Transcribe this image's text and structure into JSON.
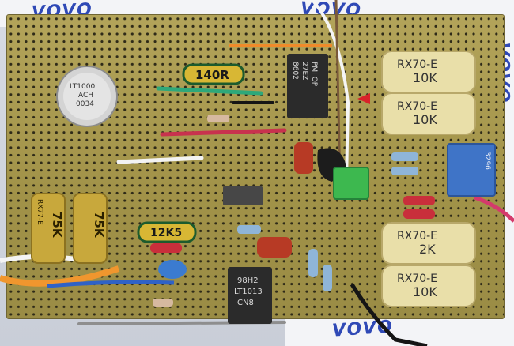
{
  "tape_text": "VOVO",
  "components": {
    "transistor_can": [
      "LT1000",
      "ACH",
      "0034"
    ],
    "opamp_top": [
      "PMI OP",
      "27EZ",
      "8602"
    ],
    "opamp_bottom": [
      "98H2",
      "LT1013",
      "CN8"
    ],
    "resistor_140r": "140R",
    "resistor_12k5": "12K5",
    "tantalum_75k_left": "75K",
    "tantalum_75k_right": "75K",
    "tantalum_left_side": "RX77-E",
    "rx70_1": [
      "RX70-E",
      "10K"
    ],
    "rx70_2": [
      "RX70-E",
      "10K"
    ],
    "rx70_3": [
      "RX70-E",
      "2K"
    ],
    "rx70_4": [
      "RX70-E",
      "10K"
    ],
    "trimmer": "3296"
  }
}
